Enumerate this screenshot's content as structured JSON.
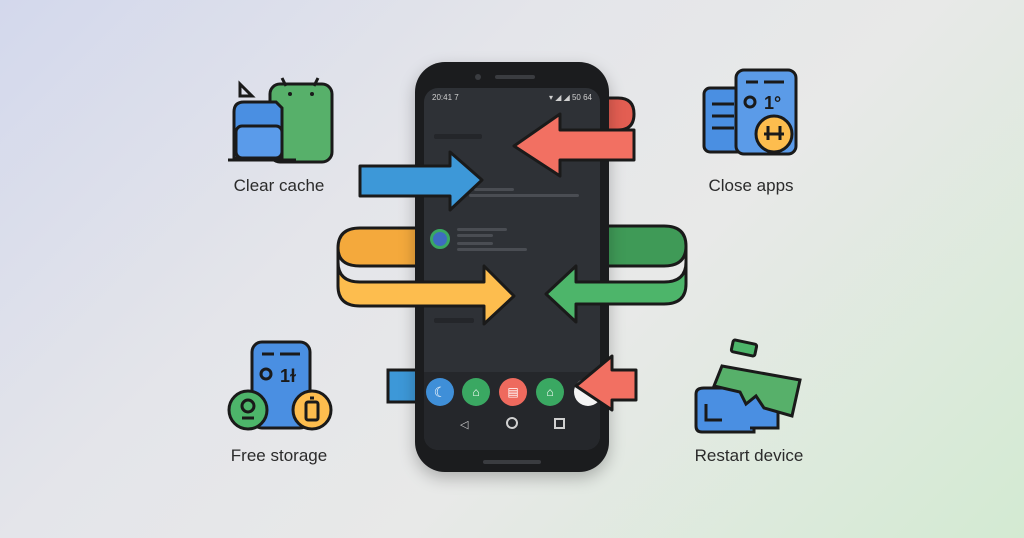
{
  "features": {
    "clear_cache": {
      "label": "Clear cache",
      "icon": "android-cache-icon"
    },
    "close_apps": {
      "label": "Close apps",
      "icon": "close-apps-icon"
    },
    "free_storage": {
      "label": "Free storage",
      "icon": "storage-icon"
    },
    "restart_device": {
      "label": "Restart device",
      "icon": "restart-icon"
    }
  },
  "phone": {
    "status_bar": {
      "time": "20:41 7",
      "right": "50 64"
    },
    "dock_apps": [
      {
        "name": "moon",
        "color": "#3f8fd8"
      },
      {
        "name": "home",
        "color": "#3aa862"
      },
      {
        "name": "clipboard",
        "color": "#ee6a5e"
      },
      {
        "name": "home-alt",
        "color": "#3aa862"
      }
    ],
    "nav": [
      "back",
      "home",
      "recents"
    ]
  },
  "colors": {
    "blue": "#3d98d8",
    "red": "#f27062",
    "yellow": "#fdbd4e",
    "green": "#4db56a",
    "phone_screen": "#2e3136",
    "phone_body": "#1b1c1e"
  }
}
